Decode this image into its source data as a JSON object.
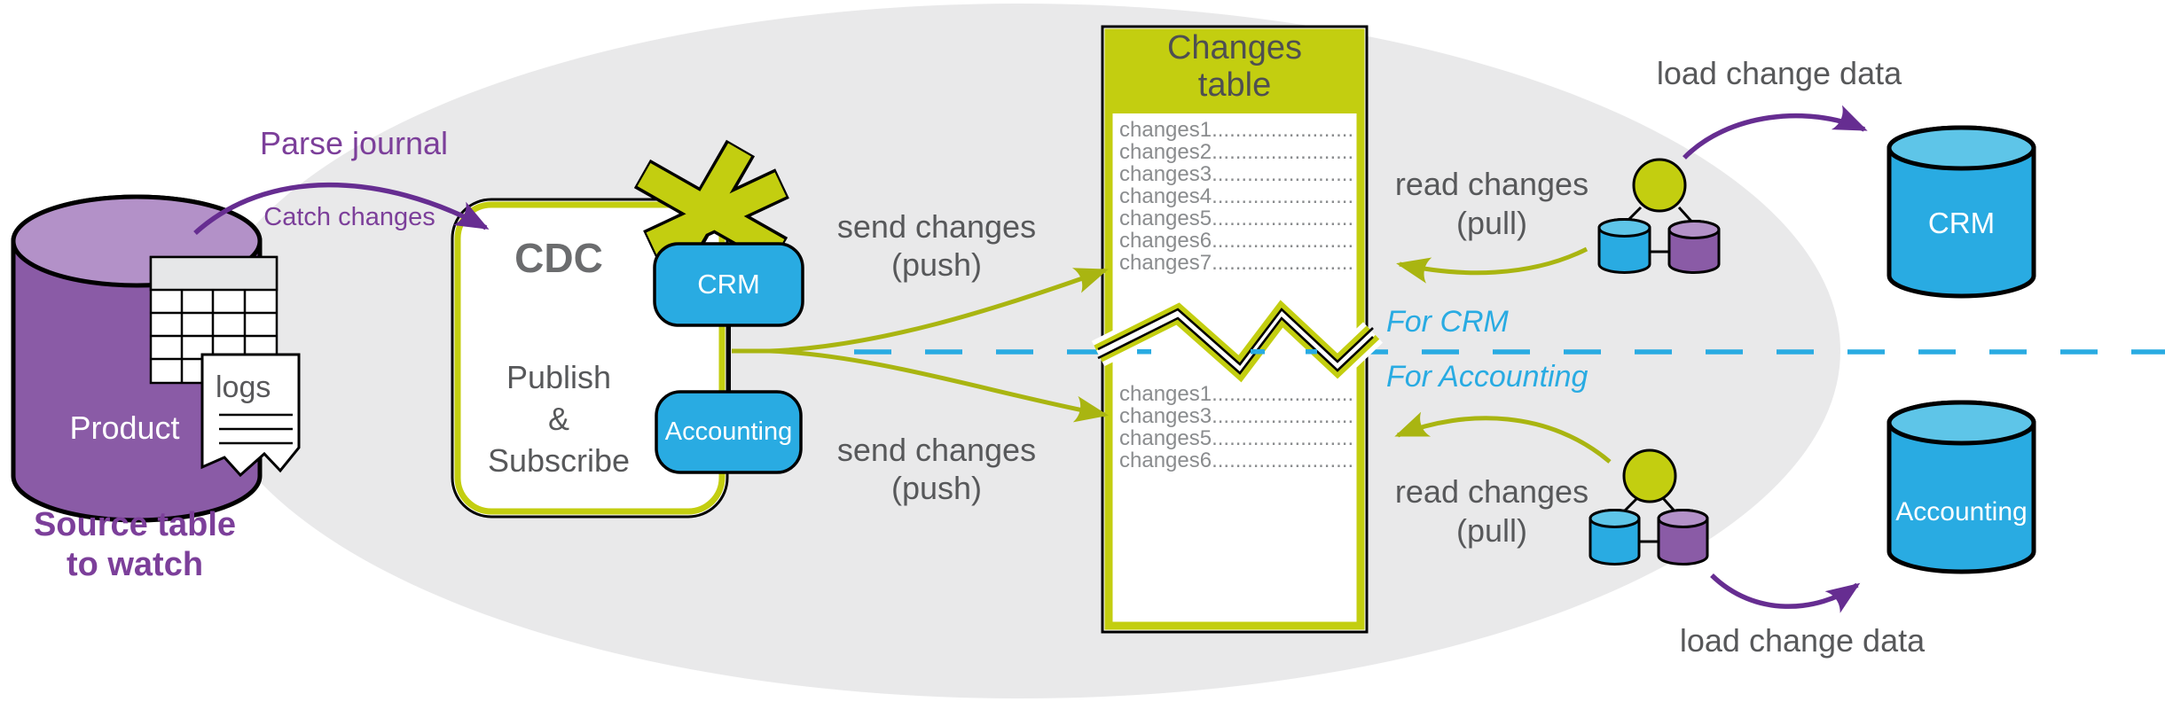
{
  "colors": {
    "olive": "#c3ce10",
    "olive_arrow": "#a9b511",
    "blue": "#29abe2",
    "blue_light": "#5ec5e8",
    "purple_shape": "#8a5ba6",
    "purple_shape_light": "#b391c8",
    "purple_arrow": "#662d91",
    "purple_text": "#7c3f9a",
    "gray_text": "#57585a",
    "ellipse_gray": "#e9e9ea"
  },
  "source": {
    "database_label": "Product",
    "logs_label": "logs",
    "caption": [
      "Source table",
      "to watch"
    ]
  },
  "capture": {
    "parse_journal": "Parse journal",
    "catch_changes": "Catch changes"
  },
  "cdc": {
    "title": "CDC",
    "subtitle": [
      "Publish",
      "&",
      "Subscribe"
    ],
    "publications": [
      "CRM",
      "Accounting"
    ]
  },
  "push": {
    "line1": "send changes",
    "line2": "(push)"
  },
  "pull": {
    "line1": "read changes",
    "line2": "(pull)"
  },
  "load": {
    "label": "load change data"
  },
  "changes_table": {
    "title": [
      "Changes",
      "table"
    ],
    "rows_top": [
      "changes1........................",
      "changes2........................",
      "changes3........................",
      "changes4........................",
      "changes5........................",
      "changes6........................",
      "changes7........................"
    ],
    "rows_bottom": [
      "changes1........................",
      "changes3........................",
      "changes5........................",
      "changes6........................"
    ]
  },
  "lanes": {
    "crm": "For CRM",
    "accounting": "For Accounting"
  },
  "targets": {
    "crm": "CRM",
    "accounting": "Accounting"
  }
}
